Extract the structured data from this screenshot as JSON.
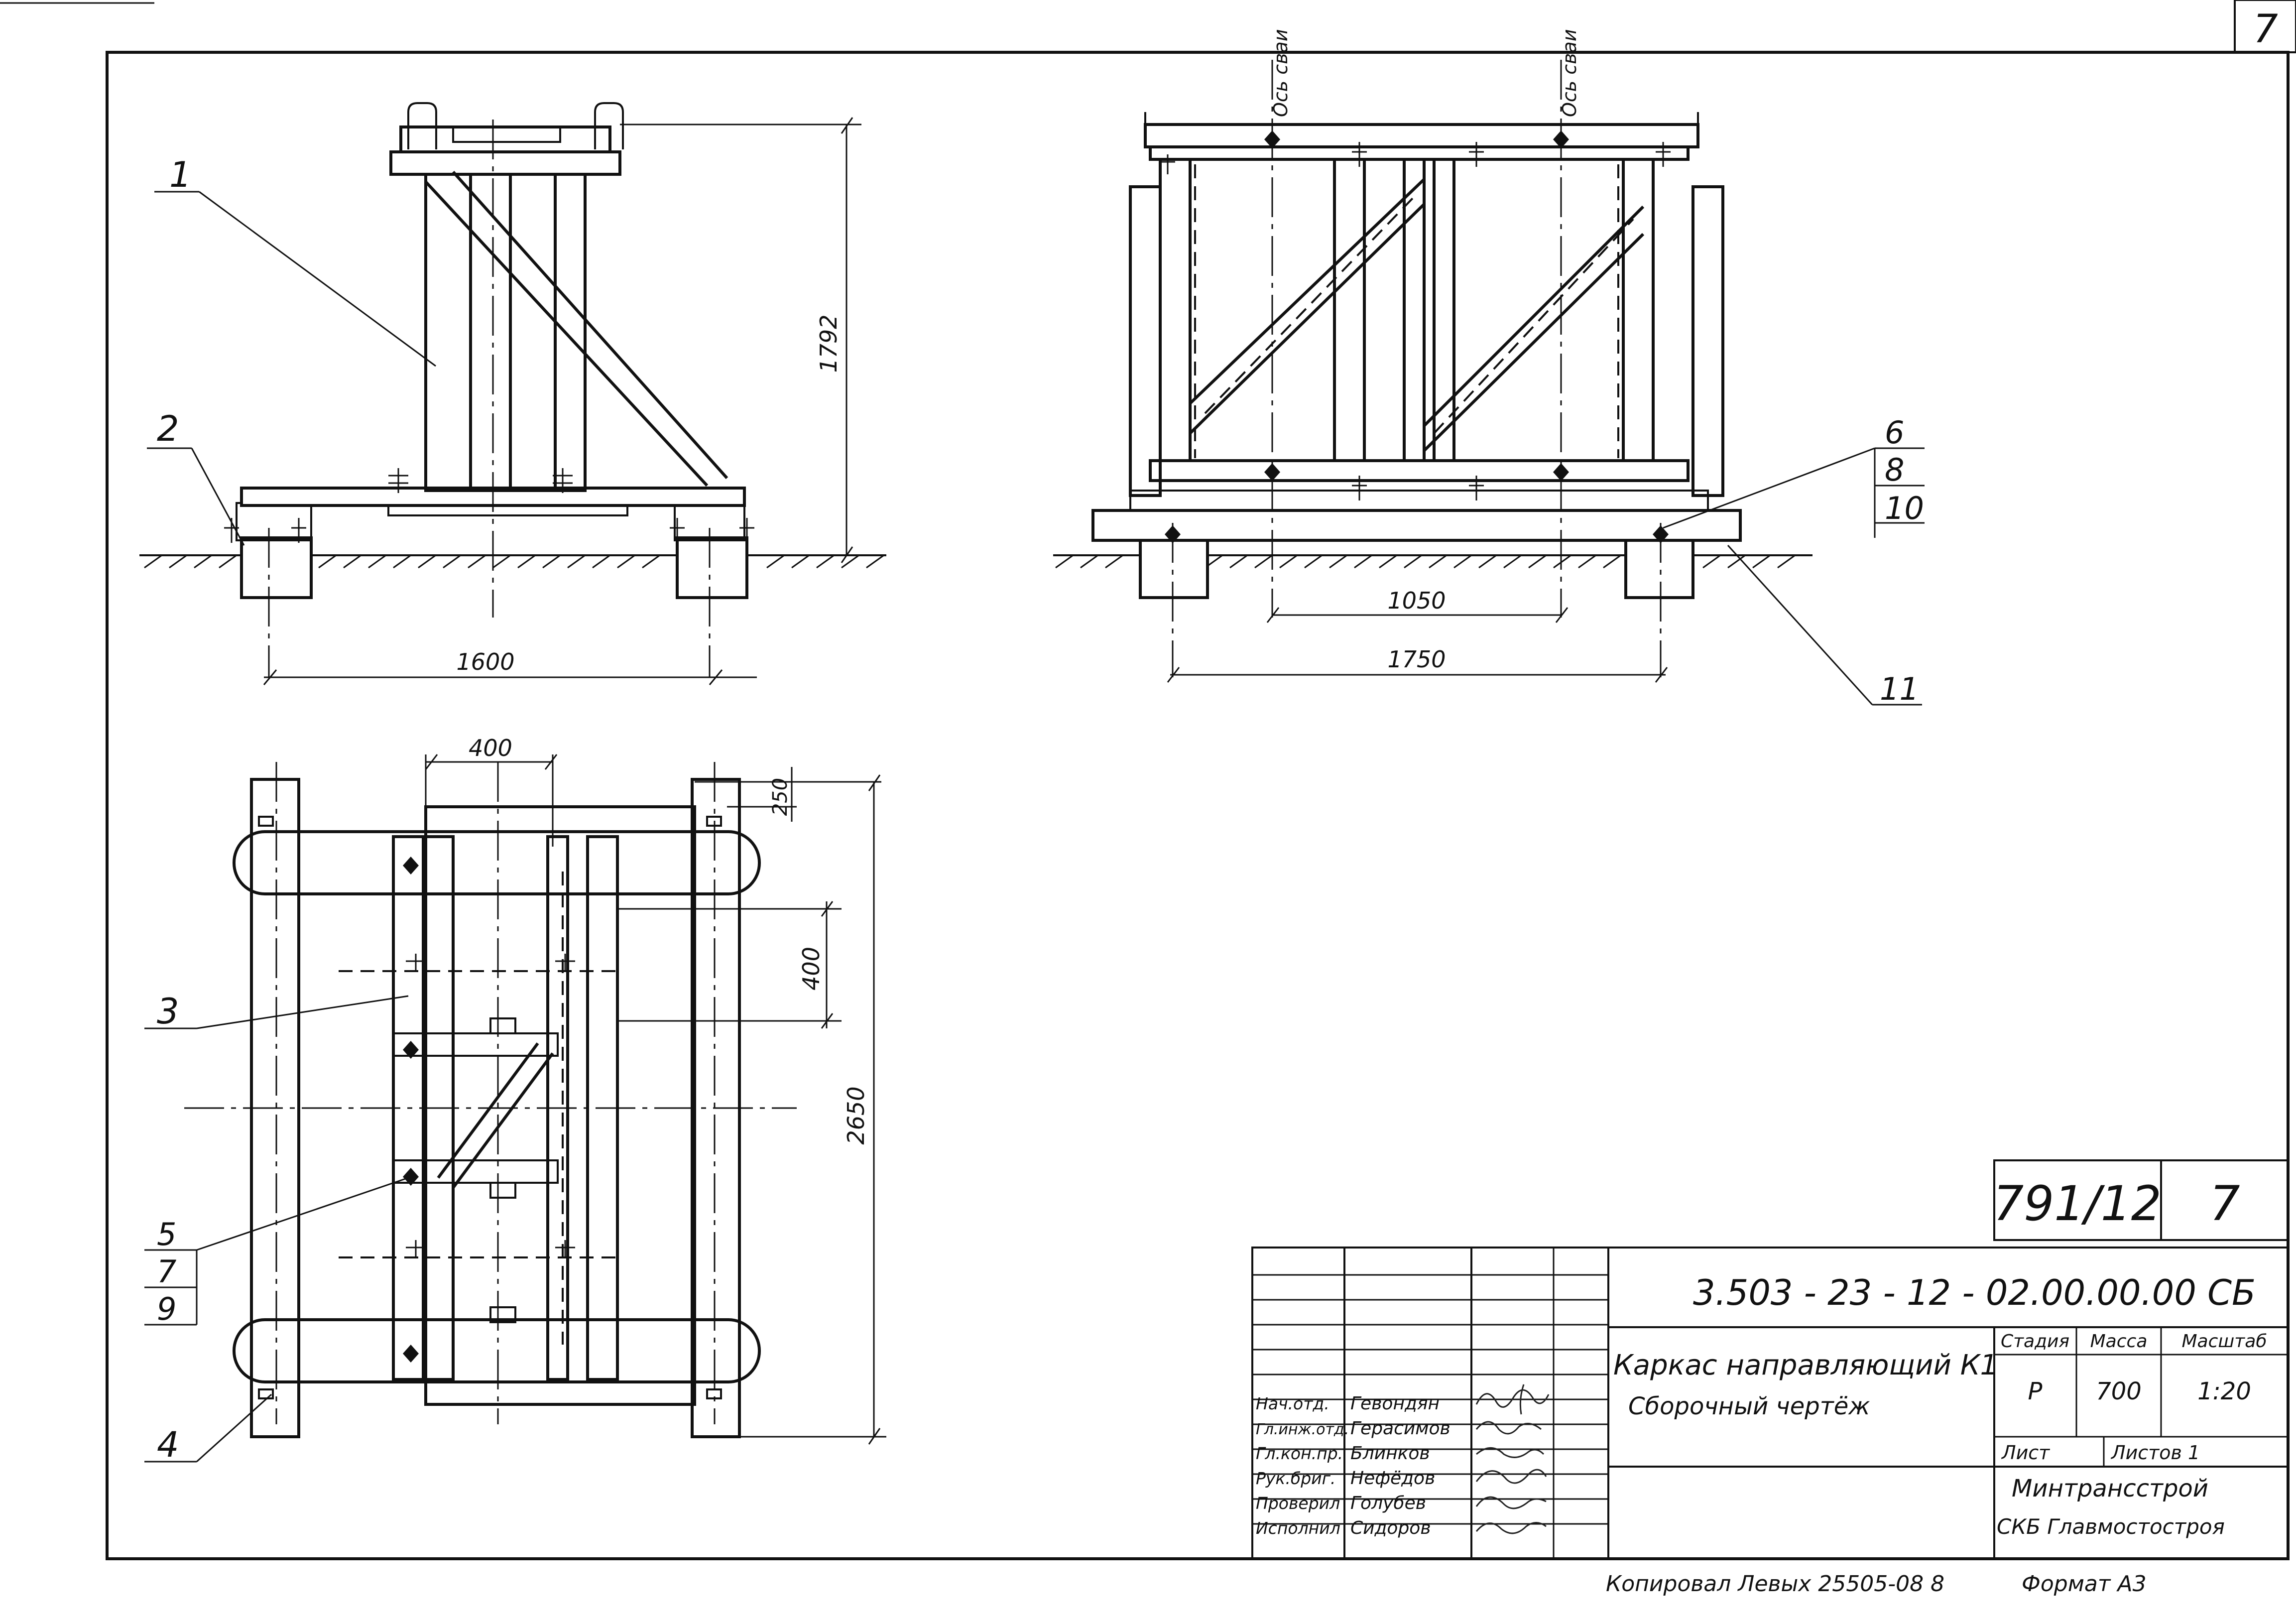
{
  "sheet": {
    "page_number": "7",
    "frame_color": "#111111",
    "background": "#ffffff"
  },
  "views": {
    "side": {
      "callouts": [
        "1",
        "2"
      ],
      "dim_height": "1792",
      "dim_width": "1600"
    },
    "front": {
      "axis_label": "Ось сваи",
      "callouts_top": [
        "6",
        "8",
        "10"
      ],
      "callout_bottom": "11",
      "dim_inner": "1050",
      "dim_outer": "1750"
    },
    "plan": {
      "callouts": [
        "3",
        "5",
        "7",
        "9",
        "4"
      ],
      "dim_top": "400",
      "dim_offset": "250",
      "dim_mid": "400",
      "dim_length": "2650"
    }
  },
  "title_block": {
    "sheet_code": "791/12",
    "sheet_no": "7",
    "designation": "3.503 - 23 - 12 - 02.00.00.00 СБ",
    "title_line1": "Каркас направляющий  К1",
    "title_line2": "Сборочный     чертёж",
    "headers": {
      "stage": "Стадия",
      "mass": "Масса",
      "scale": "Масштаб"
    },
    "values": {
      "stage": "Р",
      "mass": "700",
      "scale": "1:20"
    },
    "sheet_label": "Лист",
    "sheets_label": "Листов  1",
    "org_line1": "Минтрансстрой",
    "org_line2": "СКБ Главмостостроя",
    "people": [
      {
        "role": "Нач.отд.",
        "name": "Гевондян"
      },
      {
        "role": "Гл.инж.отд.",
        "name": "Герасимов"
      },
      {
        "role": "Гл.кон.пр.",
        "name": "Блинков"
      },
      {
        "role": "Рук.бриг.",
        "name": "Нефёдов"
      },
      {
        "role": "Проверил",
        "name": "Голубев"
      },
      {
        "role": "Исполнил",
        "name": "Сидоров"
      }
    ]
  },
  "footer": {
    "copied": "Копировал  Левых  25505-08     8",
    "format": "Формат  А3"
  }
}
